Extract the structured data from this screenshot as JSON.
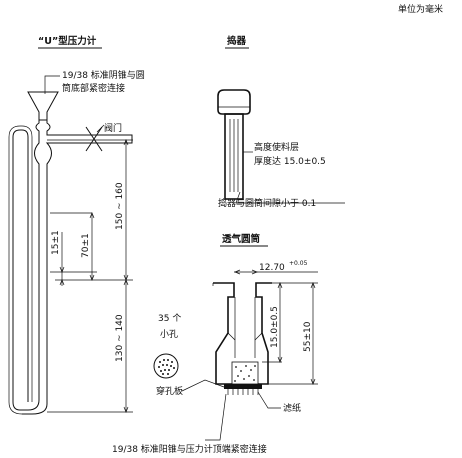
{
  "header": {
    "unit_note": "单位为毫米"
  },
  "titles": {
    "u_manometer": "“U”型压力计",
    "plunger": "捣器",
    "air_cylinder": "透气圆筒"
  },
  "labels": {
    "cone_joint_bottom_1": "19/38 标准阴锥与圆",
    "cone_joint_bottom_2": "筒底部紧密连接",
    "valve": "阀门",
    "plunger_height_1": "高度使料层",
    "plunger_height_2": "厚度达 15.0±0.5",
    "plunger_gap": "捣器与圆筒间隙小于 0.1",
    "holes_count": "35 个",
    "holes_word": "小孔",
    "perforated_plate": "穿孔板",
    "filter_paper": "滤纸",
    "cone_joint_top": "19/38 标准阳锥与压力计顶端紧密连接"
  },
  "dimensions": {
    "d_150_160": "150 ~ 160",
    "d_15": "15±1",
    "d_70": "70±1",
    "d_130_140": "130 ~ 140",
    "d_diameter_base": "12.70",
    "d_diameter_tol": "+0.05",
    "d_15_0": "15.0±0.5",
    "d_55": "55±10"
  }
}
